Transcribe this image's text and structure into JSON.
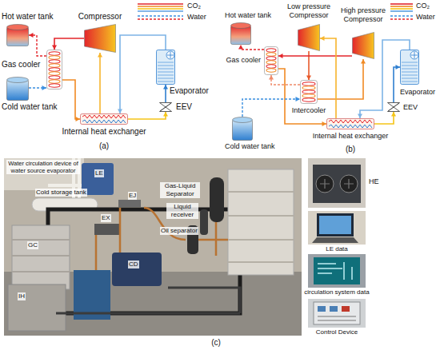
{
  "diagram": {
    "nodes": [
      {
        "text": [
          "Hot water tank"
        ]
      },
      {
        "text": [
          "Compressor"
        ]
      },
      {
        "text": [
          "Cold water tank"
        ]
      },
      {
        "text": [
          "Gas cooler"
        ]
      },
      {
        "text": [
          "Evaporator"
        ]
      },
      {
        "text": [
          "EEV"
        ]
      },
      {
        "text": [
          "Internal heat exchanger"
        ]
      },
      {
        "text": [
          "Hot water tank"
        ]
      },
      {
        "text": [
          "Low pressure Compressor"
        ]
      },
      {
        "text": [
          "High pressure Compressor"
        ]
      },
      {
        "text": [
          "Gas cooler"
        ]
      },
      {
        "text": [
          "Intercooler"
        ]
      },
      {
        "text": [
          "Cold water tank"
        ]
      },
      {
        "text": [
          "Evaporator"
        ]
      },
      {
        "text": [
          "EEV"
        ]
      },
      {
        "text": [
          "Internal heat exchanger"
        ]
      }
    ],
    "edges": [
      {
        "from": 1,
        "to": 3,
        "arrow": "to"
      },
      {
        "from": 3,
        "to": 6,
        "arrow": "to"
      },
      {
        "from": 6,
        "to": 5,
        "arrow": "to"
      },
      {
        "from": 5,
        "to": 4,
        "arrow": "to"
      },
      {
        "from": 4,
        "to": 6,
        "arrow": "to"
      },
      {
        "from": 6,
        "to": 1,
        "arrow": "to"
      },
      {
        "from": 2,
        "to": 3,
        "arrow": "to"
      },
      {
        "from": 3,
        "to": 0,
        "arrow": "to"
      },
      {
        "from": 8,
        "to": 11,
        "arrow": "to"
      },
      {
        "from": 11,
        "to": 9,
        "arrow": "to"
      },
      {
        "from": 9,
        "to": 10,
        "arrow": "to"
      },
      {
        "from": 10,
        "to": 15,
        "arrow": "to"
      },
      {
        "from": 15,
        "to": 14,
        "arrow": "to"
      },
      {
        "from": 14,
        "to": 13,
        "arrow": "to"
      },
      {
        "from": 13,
        "to": 15,
        "arrow": "to"
      },
      {
        "from": 15,
        "to": 8,
        "arrow": "to"
      },
      {
        "from": 12,
        "to": 11,
        "arrow": "to"
      },
      {
        "from": 11,
        "to": 10,
        "arrow": "to"
      },
      {
        "from": 10,
        "to": 7,
        "arrow": "to"
      }
    ],
    "labels": [
      "(a)",
      "(b)",
      "(c)",
      "Water circulation device of water source evaporator",
      "LE",
      "Cold storage tank",
      "EJ",
      "Gas-Liquid Separator",
      "Liquid receiver",
      "EX",
      "Oil separator",
      "GC",
      "CD",
      "IH",
      "HE",
      "LE data",
      "circulation system data",
      "Control Device"
    ],
    "legend": [
      {
        "text": "CO₂"
      },
      {
        "text": "Water"
      },
      {
        "text": "CO₂"
      },
      {
        "text": "Water"
      }
    ]
  }
}
